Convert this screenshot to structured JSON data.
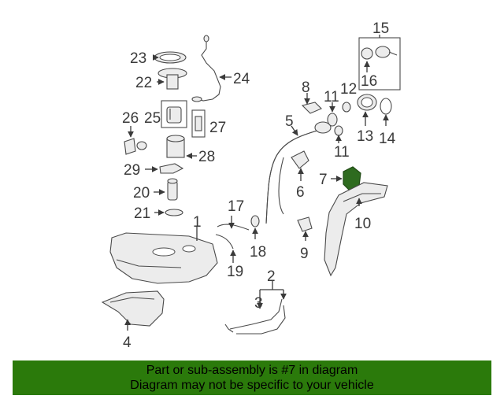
{
  "callouts": {
    "c1": "1",
    "c2": "2",
    "c3": "3",
    "c4": "4",
    "c5": "5",
    "c6": "6",
    "c7": "7",
    "c8": "8",
    "c9": "9",
    "c10": "10",
    "c11a": "11",
    "c11b": "11",
    "c12": "12",
    "c13": "13",
    "c14": "14",
    "c15": "15",
    "c16": "16",
    "c17": "17",
    "c18": "18",
    "c19": "19",
    "c20": "20",
    "c21": "21",
    "c22": "22",
    "c23": "23",
    "c24": "24",
    "c25": "25",
    "c26": "26",
    "c27": "27",
    "c28": "28",
    "c29": "29"
  },
  "highlight_color": "#2e6b1f",
  "banner": {
    "line1": "Part or sub-assembly is #7 in diagram",
    "line2": "Diagram may not be specific to your vehicle",
    "background": "#2b7a0b"
  }
}
